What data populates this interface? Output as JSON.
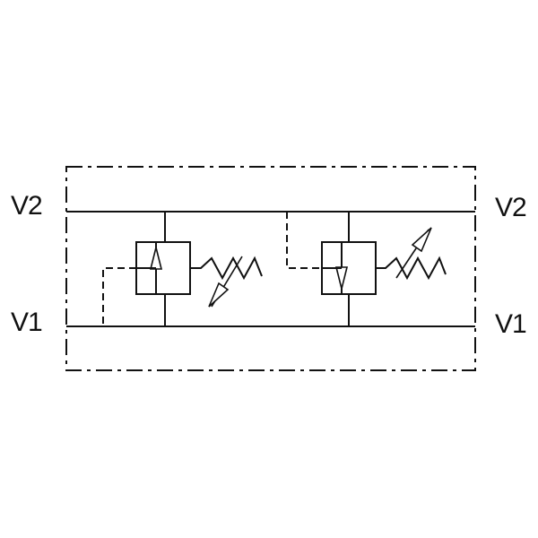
{
  "ports": {
    "v2_left": "V2",
    "v1_left": "V1",
    "v2_right": "V2",
    "v1_right": "V1"
  },
  "colors": {
    "line": "#111111",
    "background": "#ffffff"
  },
  "components": {
    "housing": "dash-dot-boundary",
    "valve_left": "relief-valve-adjustable-spring",
    "valve_right": "relief-valve-adjustable-spring"
  }
}
